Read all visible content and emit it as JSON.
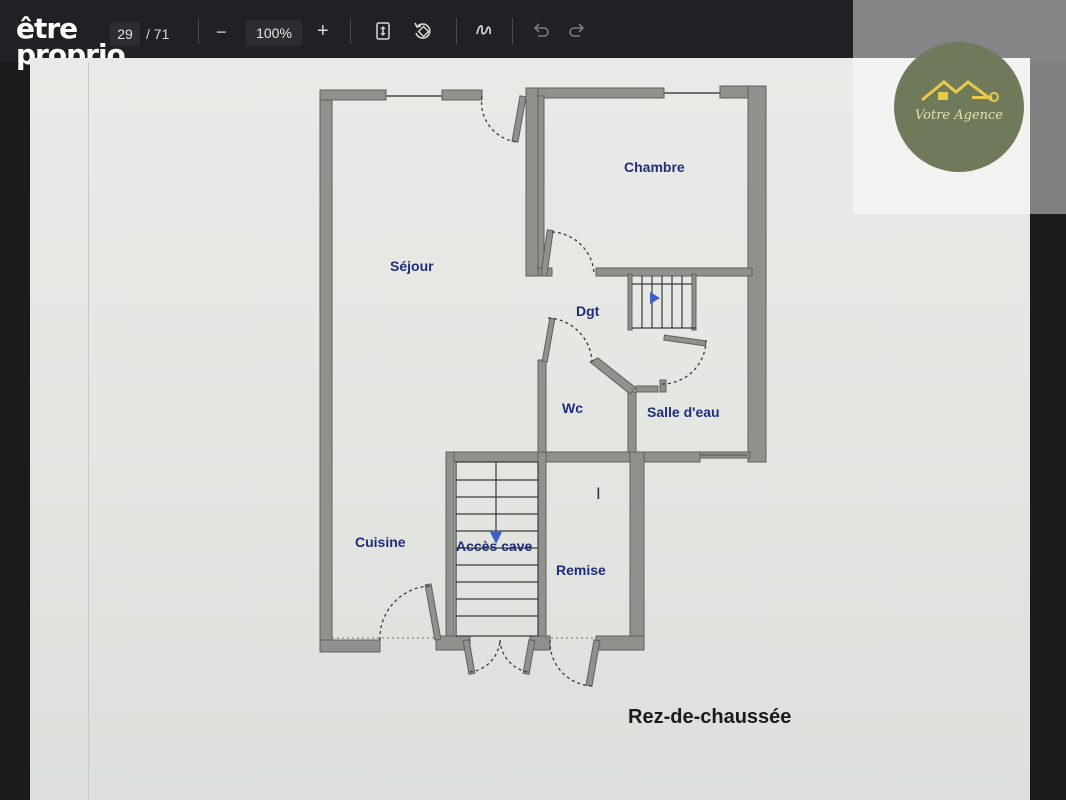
{
  "logo": {
    "line1": "être",
    "line2": "proprio"
  },
  "toolbar": {
    "current_page": "29",
    "total_pages": "/ 71",
    "zoom_out": "−",
    "zoom_level": "100%",
    "zoom_in": "+",
    "icons": [
      "fit-page-icon",
      "rotate-icon",
      "draw-icon",
      "undo-icon",
      "redo-icon"
    ]
  },
  "watermark": {
    "agency_name": "Votre Agence"
  },
  "plan": {
    "rooms": {
      "sejour": "Séjour",
      "chambre": "Chambre",
      "dgt": "Dgt",
      "wc": "Wc",
      "salle_eau": "Salle d'eau",
      "cuisine": "Cuisine",
      "acces_cave": "Accès cave",
      "remise": "Remise"
    },
    "caption": "Rez-de-chaussée",
    "colors": {
      "wall": "#8f918d",
      "label": "#1f2d7a",
      "accent_arrow": "#3a5fc7"
    }
  }
}
